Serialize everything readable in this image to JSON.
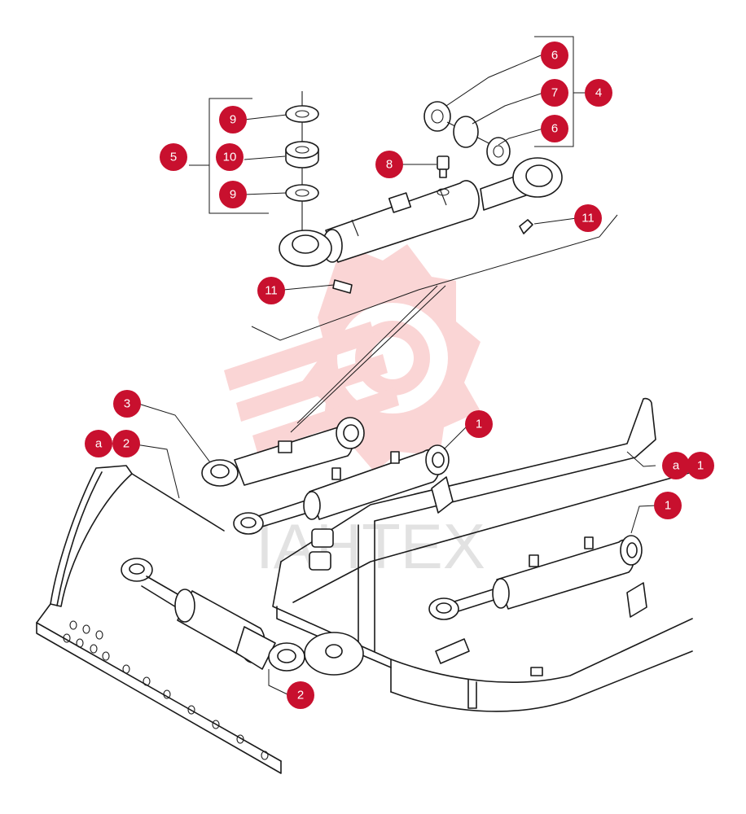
{
  "diagram": {
    "watermark_text": "IAHTEX",
    "accent_color": "#c8102e",
    "watermark_color": "#f7b9b9",
    "callouts": [
      {
        "id": "c6a",
        "label": "6"
      },
      {
        "id": "c7",
        "label": "7"
      },
      {
        "id": "c4",
        "label": "4"
      },
      {
        "id": "c6b",
        "label": "6"
      },
      {
        "id": "c9a",
        "label": "9"
      },
      {
        "id": "c5",
        "label": "5"
      },
      {
        "id": "c10",
        "label": "10"
      },
      {
        "id": "c9b",
        "label": "9"
      },
      {
        "id": "c8",
        "label": "8"
      },
      {
        "id": "c11a",
        "label": "11"
      },
      {
        "id": "c11b",
        "label": "11"
      },
      {
        "id": "c3",
        "label": "3"
      },
      {
        "id": "c2a",
        "label": "2"
      },
      {
        "id": "ca2",
        "label": "a"
      },
      {
        "id": "c1a",
        "label": "1"
      },
      {
        "id": "ca1",
        "label": "a"
      },
      {
        "id": "c1b",
        "label": "1"
      },
      {
        "id": "c1c",
        "label": "1"
      },
      {
        "id": "c2b",
        "label": "2"
      }
    ]
  }
}
